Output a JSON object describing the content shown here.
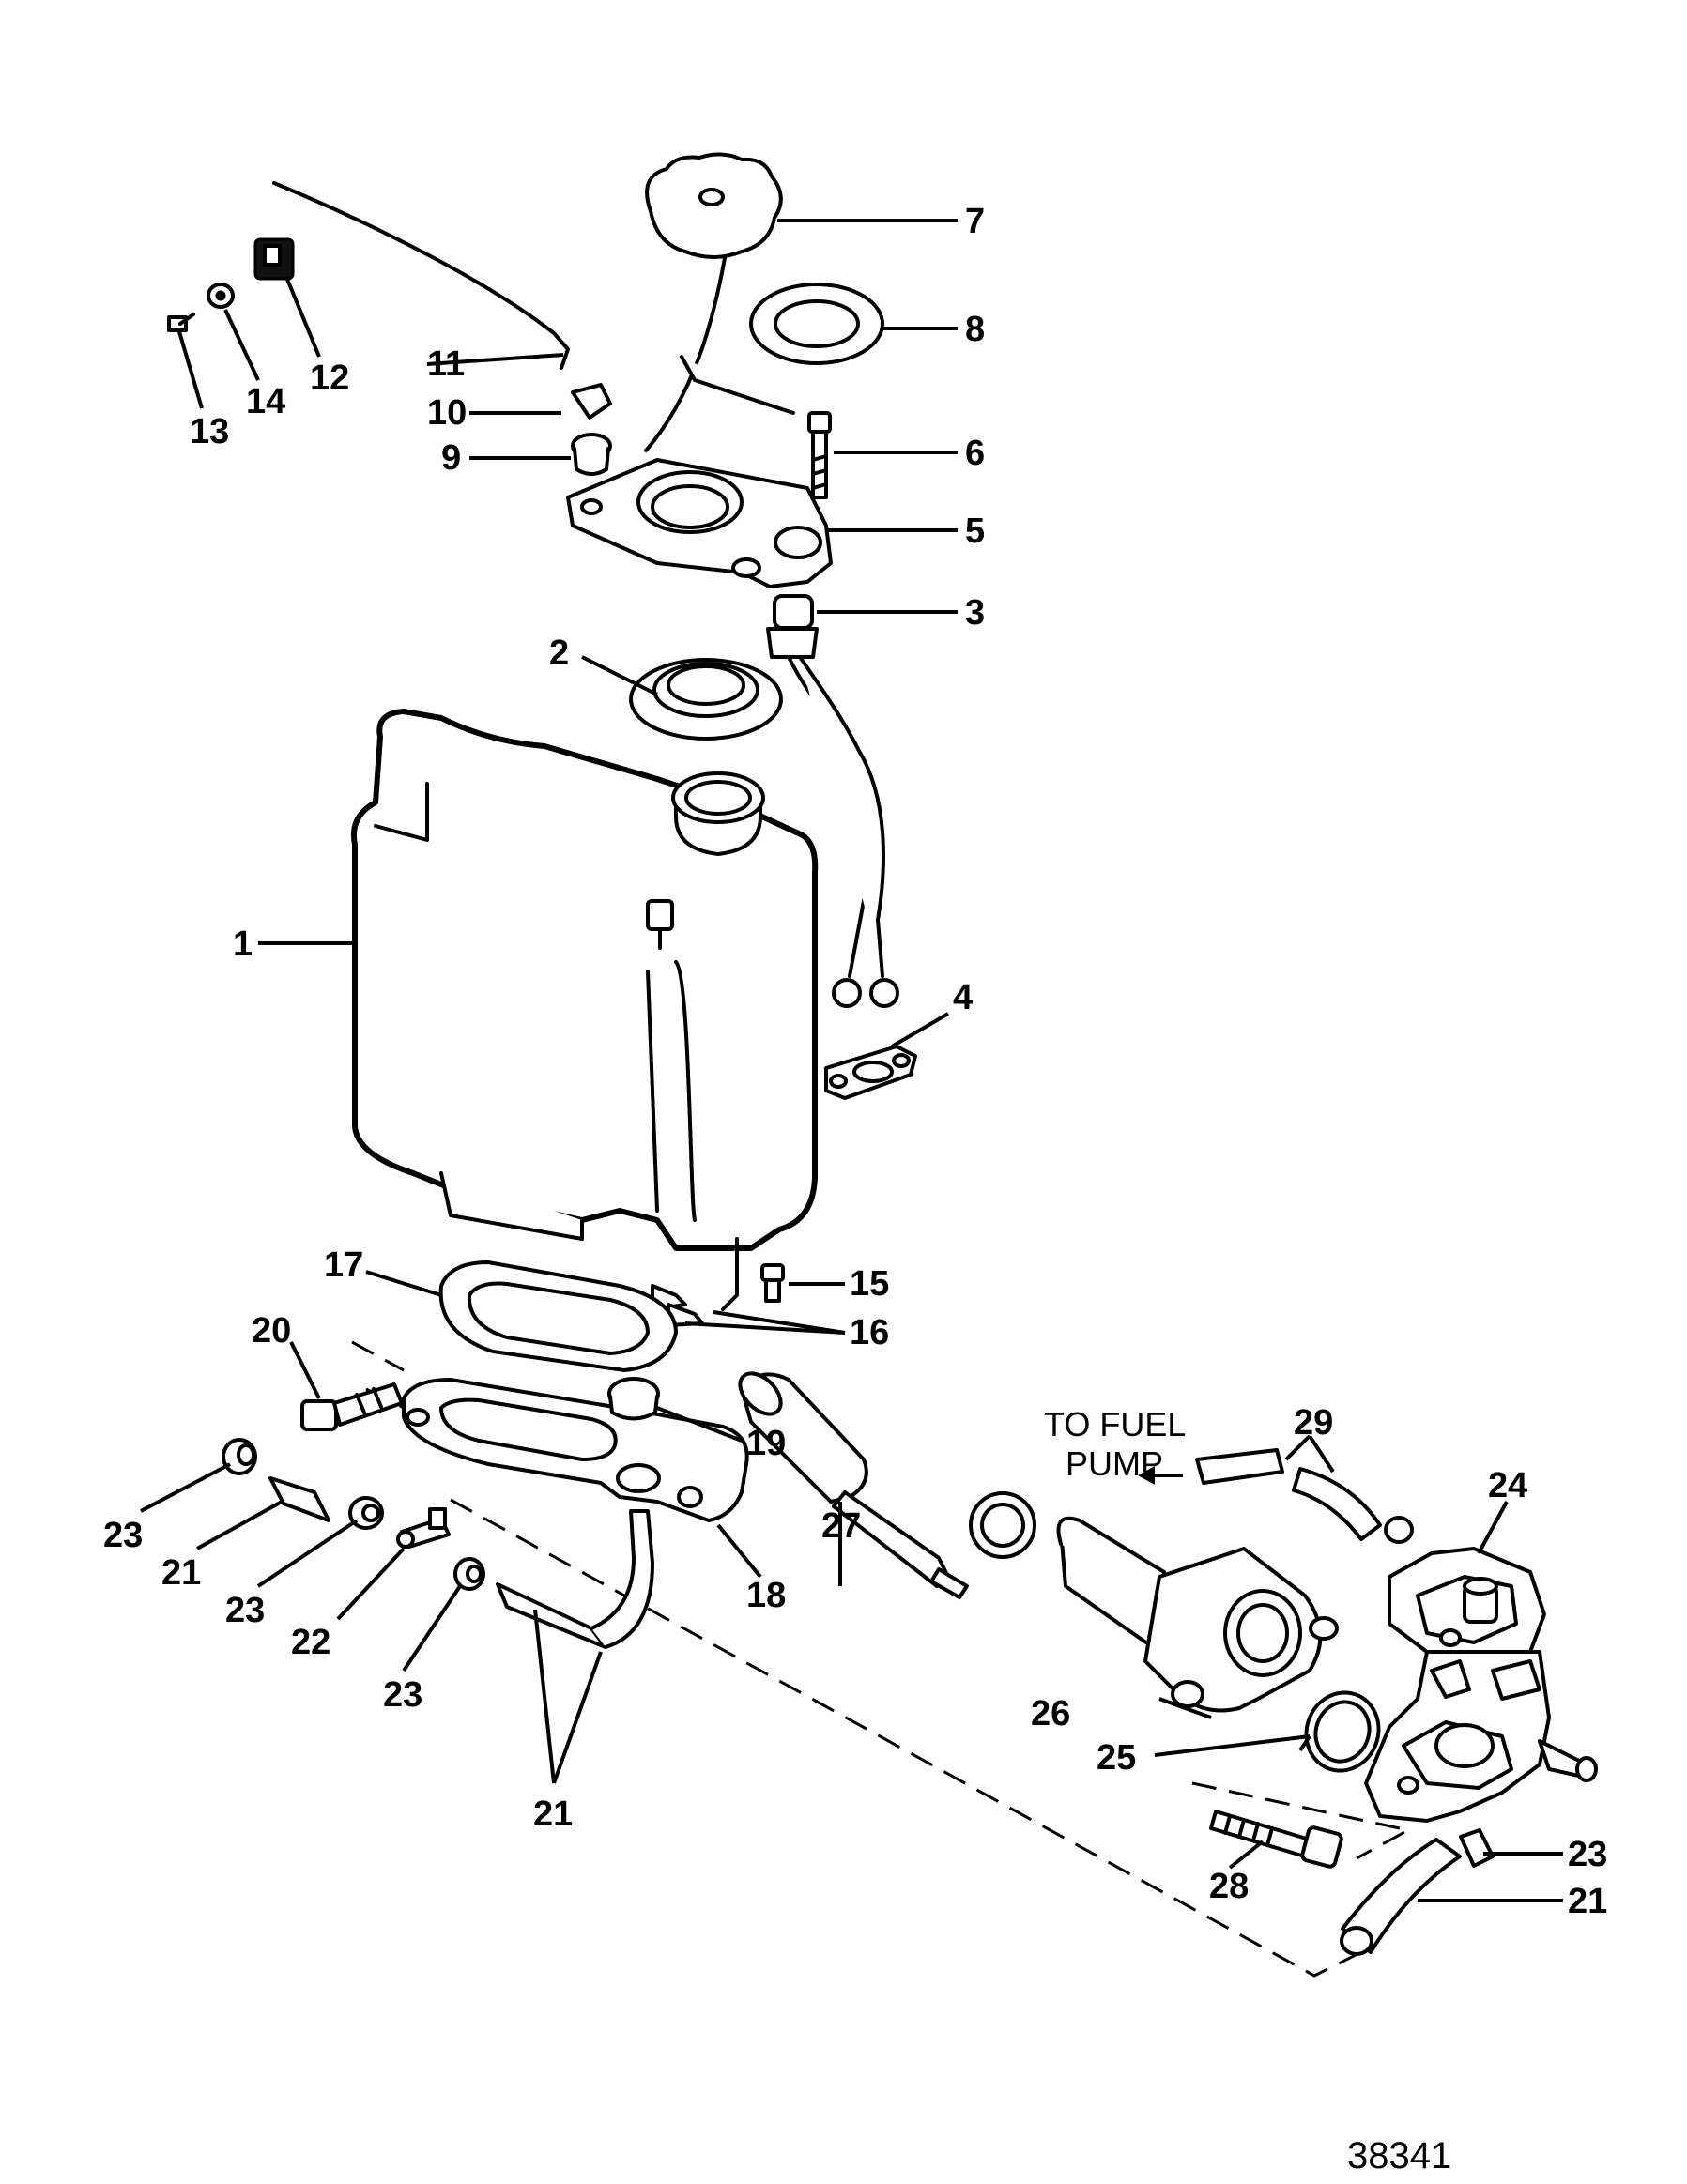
{
  "figure_number": "38341",
  "note": {
    "line1": "TO FUEL",
    "line2": "PUMP"
  },
  "callouts": [
    "1",
    "2",
    "3",
    "4",
    "5",
    "6",
    "7",
    "8",
    "9",
    "10",
    "11",
    "12",
    "13",
    "14",
    "15",
    "16",
    "17",
    "18",
    "19",
    "20",
    "21",
    "22",
    "23",
    "24",
    "25",
    "26",
    "27",
    "28",
    "29"
  ],
  "callout_23": "23",
  "callout_21": "21"
}
